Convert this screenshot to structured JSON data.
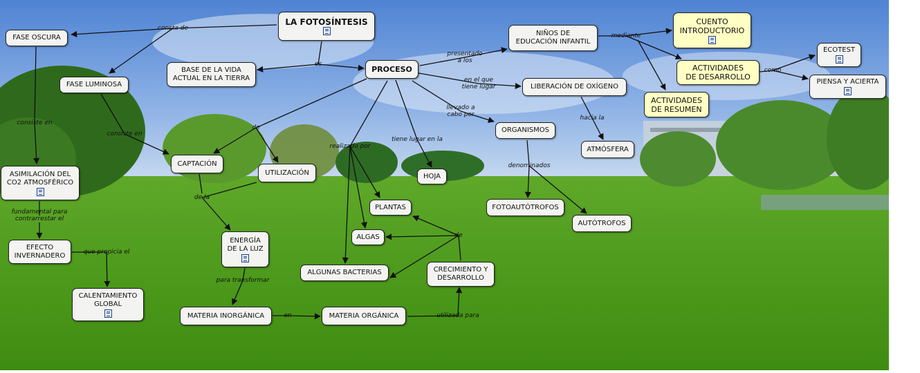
{
  "map": {
    "title": "LA FOTOSÍNTESIS",
    "concepts": {
      "fotosintesis": "LA FOTOSÍNTESIS",
      "fase_oscura": "FASE OSCURA",
      "fase_luminosa": "FASE LUMINOSA",
      "base_vida": "BASE DE LA VIDA\nACTUAL EN LA TIERRA",
      "proceso": "PROCESO",
      "ninos": "NIÑOS DE\nEDUCACIÓN INFANTIL",
      "cuento": "CUENTO\nINTRODUCTORIO",
      "actividades_desarrollo": "ACTIVIDADES\nDE DESARROLLO",
      "actividades_resumen": "ACTIVIDADES\nDE RESUMEN",
      "ecotest": "ECOTEST",
      "piensa": "PIENSA Y ACIERTA",
      "liberacion": "LIBERACIÓN DE OXÍGENO",
      "atmosfera": "ATMÓSFERA",
      "organismos": "ORGANISMOS",
      "fotoautotrofos": "FOTOAUTÓTROFOS",
      "autotrofos": "AUTÓTROFOS",
      "hoja": "HOJA",
      "plantas": "PLANTAS",
      "algas": "ALGAS",
      "bacterias": "ALGUNAS BACTERIAS",
      "crecimiento": "CRECIMIENTO Y\nDESARROLLO",
      "captacion": "CAPTACIÓN",
      "utilizacion": "UTILIZACIÓN",
      "asimilacion": "ASIMILACIÓN DEL\nCO2 ATMOSFÉRICO",
      "efecto": "EFECTO\nINVERNADERO",
      "calentamiento": "CALENTAMIENTO\nGLOBAL",
      "energia": "ENERGÍA\nDE LA LUZ",
      "materia_inorganica": "MATERIA INORGÁNICA",
      "materia_organica": "MATERIA ORGÁNICA"
    },
    "linking_phrases": {
      "consta_de": "consta de",
      "es": "es",
      "presentado": "presentado\na los",
      "mediante": "mediante",
      "como": "como",
      "en_el_que": "en el que\ntiene lugar",
      "hacia_la": "hacia la",
      "llevado": "llevado a\ncabo por",
      "denominados": "denominados",
      "tiene_lugar": "tiene lugar en la",
      "realizado_por": "realizado por",
      "de_plantas": "de",
      "de_captacion": "de",
      "de_la": "de la",
      "consiste_en": "consiste en",
      "consiste_en_2": "consiste en",
      "fundamental": "fundamental para\ncontrarrestar el",
      "que_propicia": "que propicia el",
      "para_transformar": "para transformar",
      "en": "en",
      "utilizada_para": "utilizada para"
    },
    "colors": {
      "concept_fill": "#f3f4f1",
      "resource_fill": "#ffffc4",
      "line": "#111111",
      "sky": "#5b8fd8",
      "grass": "#4f9d1e"
    },
    "icons": {
      "attachment": "document-icon"
    }
  }
}
